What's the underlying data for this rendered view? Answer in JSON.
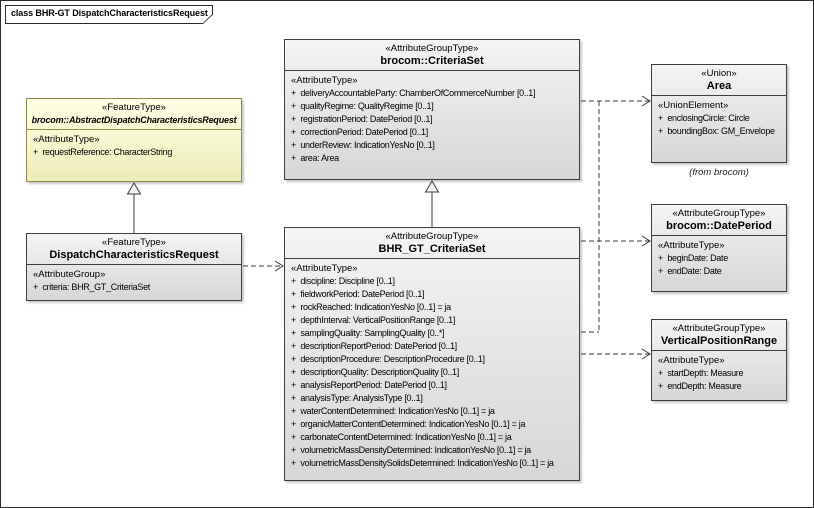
{
  "frame": {
    "title": "class BHR-GT DispatchCharacteristicsRequest"
  },
  "colors": {
    "abstract_fill": "#FFFFC8",
    "abstract_border": "#8C8C50",
    "class_fill": "#E7E7E7",
    "border": "#3F3F3F",
    "connector": "#3A3A3A"
  },
  "classes": {
    "abstract_request": {
      "stereotype": "«FeatureType»",
      "name": "brocom::AbstractDispatchCharacteristicsRequest",
      "section_label": "«AttributeType»",
      "attrs": [
        "+  requestReference: CharacterString"
      ]
    },
    "dispatch_request": {
      "stereotype": "«FeatureType»",
      "name": "DispatchCharacteristicsRequest",
      "section_label": "«AttributeGroup»",
      "attrs": [
        "+  criteria: BHR_GT_CriteriaSet"
      ]
    },
    "criteriaset": {
      "stereotype": "«AttributeGroupType»",
      "name": "brocom::CriteriaSet",
      "section_label": "«AttributeType»",
      "attrs": [
        "+  deliveryAccountableParty: ChamberOfCommerceNumber [0..1]",
        "+  qualityRegime: QualityRegime [0..1]",
        "+  registrationPeriod: DatePeriod [0..1]",
        "+  correctionPeriod: DatePeriod [0..1]",
        "+  underReview: IndicationYesNo [0..1]",
        "+  area: Area"
      ]
    },
    "bhr_criteriaset": {
      "stereotype": "«AttributeGroupType»",
      "name": "BHR_GT_CriteriaSet",
      "section_label": "«AttributeType»",
      "attrs": [
        "+  discipline: Discipline [0..1]",
        "+  fieldworkPeriod: DatePeriod [0..1]",
        "+  rockReached: IndicationYesNo [0..1] = ja",
        "+  depthInterval: VerticalPositionRange [0..1]",
        "+  samplingQuality: SamplingQuality [0..*]",
        "+  descriptionReportPeriod: DatePeriod [0..1]",
        "+  descriptionProcedure: DescriptionProcedure [0..1]",
        "+  descriptionQuality: DescriptionQuality [0..1]",
        "+  analysisReportPeriod: DatePeriod [0..1]",
        "+  analysisType: AnalysisType [0..1]",
        "+  waterContentDetermined: IndicationYesNo [0..1] = ja",
        "+  organicMatterContentDetermined: IndicationYesNo [0..1] = ja",
        "+  carbonateContentDetermined: IndicationYesNo [0..1] = ja",
        "+  volumetricMassDensityDetermined: IndicationYesNo [0..1] = ja",
        "+  volumetricMassDensitySolidsDetermined: IndicationYesNo [0..1] = ja"
      ]
    },
    "area": {
      "stereotype": "«Union»",
      "name": "Area",
      "section_label": "«UnionElement»",
      "attrs": [
        "+  enclosingCircle: Circle",
        "+  boundingBox: GM_Envelope"
      ],
      "note": "(from brocom)"
    },
    "dateperiod": {
      "stereotype": "«AttributeGroupType»",
      "name": "brocom::DatePeriod",
      "section_label": "«AttributeType»",
      "attrs": [
        "+  beginDate: Date",
        "+  endDate: Date"
      ]
    },
    "vertical_position_range": {
      "stereotype": "«AttributeGroupType»",
      "name": "VerticalPositionRange",
      "section_label": "«AttributeType»",
      "attrs": [
        "+  startDepth: Measure",
        "+  endDepth: Measure"
      ]
    }
  }
}
